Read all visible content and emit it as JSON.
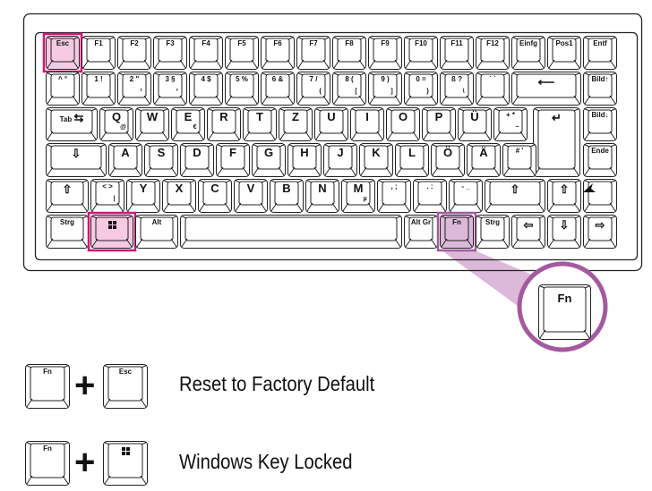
{
  "colors": {
    "esc_win_highlight_fill": "#f7c9e2",
    "esc_win_highlight_border": "#d4137c",
    "fn_highlight_fill": "#dcb8da",
    "fn_highlight_border": "#a35a9e",
    "outline": "#222222"
  },
  "keyboard": {
    "rows": [
      {
        "keys": [
          {
            "main": "Esc",
            "hl": "pink"
          },
          {
            "main": "F1"
          },
          {
            "main": "F2"
          },
          {
            "main": "F3"
          },
          {
            "main": "F4"
          },
          {
            "main": "F5"
          },
          {
            "main": "F6"
          },
          {
            "main": "F7"
          },
          {
            "main": "F8"
          },
          {
            "main": "F9"
          },
          {
            "main": "F10"
          },
          {
            "main": "F11"
          },
          {
            "main": "F12"
          },
          {
            "main": "Einfg"
          },
          {
            "main": "Pos1"
          },
          {
            "main": "Entf"
          }
        ]
      },
      {
        "keys": [
          {
            "main": "^ °"
          },
          {
            "main": "1 !"
          },
          {
            "main": "2 \"",
            "sub": "²"
          },
          {
            "main": "3 §",
            "sub": "³"
          },
          {
            "main": "4 $"
          },
          {
            "main": "5 %"
          },
          {
            "main": "6 &"
          },
          {
            "main": "7 /",
            "sub": "{"
          },
          {
            "main": "8 (",
            "sub": "["
          },
          {
            "main": "9 )",
            "sub": "]"
          },
          {
            "main": "0 =",
            "sub": "}"
          },
          {
            "main": "ß ?",
            "sub": "\\"
          },
          {
            "main": "´ `"
          },
          {
            "icon": "backspace-arrow-icon"
          },
          {
            "main": "Bild↑"
          }
        ]
      },
      {
        "keys": [
          {
            "main": "Tab",
            "icon": "tab-arrows-icon"
          },
          {
            "main": "Q",
            "sub": "@"
          },
          {
            "main": "W"
          },
          {
            "main": "E",
            "sub": "€"
          },
          {
            "main": "R"
          },
          {
            "main": "T"
          },
          {
            "main": "Z"
          },
          {
            "main": "U"
          },
          {
            "main": "I"
          },
          {
            "main": "O"
          },
          {
            "main": "P"
          },
          {
            "main": "Ü"
          },
          {
            "main": "+ *",
            "sub": "~"
          },
          {
            "icon": "enter-arrow-icon"
          },
          {
            "main": "Bild↓"
          }
        ]
      },
      {
        "keys": [
          {
            "icon": "caps-lock-arrow-icon"
          },
          {
            "main": "A"
          },
          {
            "main": "S"
          },
          {
            "main": "D"
          },
          {
            "main": "F"
          },
          {
            "main": "G"
          },
          {
            "main": "H"
          },
          {
            "main": "J"
          },
          {
            "main": "K"
          },
          {
            "main": "L"
          },
          {
            "main": "Ö"
          },
          {
            "main": "Ä"
          },
          {
            "main": "# '"
          },
          {
            "main": "Ende"
          }
        ]
      },
      {
        "keys": [
          {
            "icon": "shift-arrow-icon"
          },
          {
            "main": "< >",
            "sub": "|"
          },
          {
            "main": "Y"
          },
          {
            "main": "X"
          },
          {
            "main": "C"
          },
          {
            "main": "V"
          },
          {
            "main": "B"
          },
          {
            "main": "N"
          },
          {
            "main": "M",
            "sub": "µ"
          },
          {
            "main": ", ;"
          },
          {
            "main": ". :"
          },
          {
            "main": "- _"
          },
          {
            "icon": "shift-arrow-icon"
          },
          {
            "icon": "arrow-up-icon"
          },
          {
            "icon": "brand-logo-icon"
          }
        ]
      },
      {
        "keys": [
          {
            "main": "Strg"
          },
          {
            "icon": "windows-logo-icon",
            "hl": "pink"
          },
          {
            "main": "Alt"
          },
          {
            "main": ""
          },
          {
            "main": "Alt Gr"
          },
          {
            "main": "Fn",
            "hl": "purple"
          },
          {
            "main": "Strg"
          },
          {
            "icon": "arrow-left-icon"
          },
          {
            "icon": "arrow-down-icon"
          },
          {
            "icon": "arrow-right-icon"
          }
        ]
      }
    ]
  },
  "callout": {
    "key_label": "Fn"
  },
  "shortcuts": [
    {
      "keys": [
        "Fn",
        "Esc"
      ],
      "plus": "+",
      "description": "Reset to Factory Default"
    },
    {
      "keys": [
        "Fn",
        "windows-logo-icon"
      ],
      "plus": "+",
      "description": "Windows Key Locked"
    }
  ]
}
